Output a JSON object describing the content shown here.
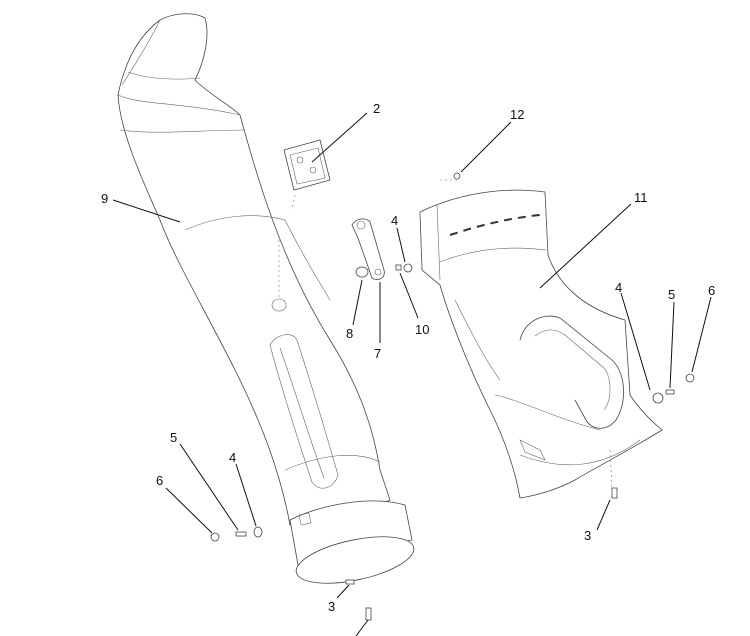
{
  "diagram": {
    "callouts": [
      {
        "id": "c-2",
        "text": "2"
      },
      {
        "id": "c-9",
        "text": "9"
      },
      {
        "id": "c-12",
        "text": "12"
      },
      {
        "id": "c-11",
        "text": "11"
      },
      {
        "id": "c-4a",
        "text": "4"
      },
      {
        "id": "c-8",
        "text": "8"
      },
      {
        "id": "c-7",
        "text": "7"
      },
      {
        "id": "c-10",
        "text": "10"
      },
      {
        "id": "c-4b",
        "text": "4"
      },
      {
        "id": "c-5a",
        "text": "5"
      },
      {
        "id": "c-6a",
        "text": "6"
      },
      {
        "id": "c-5b",
        "text": "5"
      },
      {
        "id": "c-4c",
        "text": "4"
      },
      {
        "id": "c-6b",
        "text": "6"
      },
      {
        "id": "c-3a",
        "text": "3"
      },
      {
        "id": "c-3b",
        "text": "3"
      }
    ]
  }
}
